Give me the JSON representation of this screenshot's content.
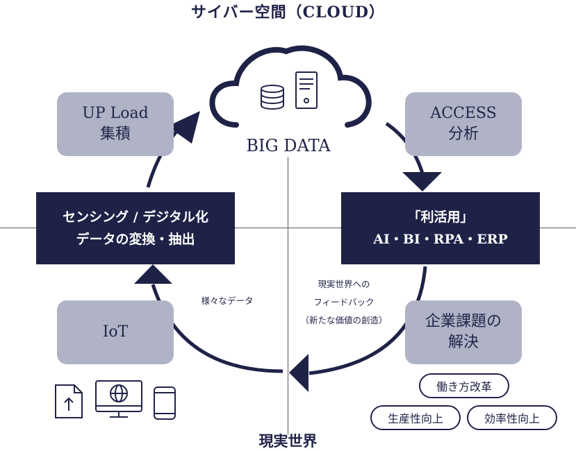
{
  "title_top": "サイバー空間（CLOUD）",
  "title_bottom": "現実世界",
  "cloud": {
    "label": "BIG DATA"
  },
  "upload_box": {
    "line1": "UP Load",
    "line2": "集積"
  },
  "access_box": {
    "line1": "ACCESS",
    "line2": "分析"
  },
  "iot_box": {
    "label": "IoT"
  },
  "issue_box": {
    "line1": "企業課題の",
    "line2": "解決"
  },
  "sensing_box": {
    "line1": "センシング / デジタル化",
    "line2": "データの変換・抽出"
  },
  "utilization_box": {
    "line1": "「利活用」",
    "line2": "AI・BI・RPA・ERP"
  },
  "various_data_label": "様々なデータ",
  "feedback_label": {
    "line1": "現実世界への",
    "line2": "フィードバック",
    "line3": "（新たな価値の創造）"
  },
  "pills": {
    "workstyle": "働き方改革",
    "productivity": "生産性向上",
    "efficiency": "効率性向上"
  },
  "colors": {
    "navy": "#1f2247",
    "gray_box": "#b0b3c5",
    "axis": "#555a63"
  },
  "icons": [
    "database-icon",
    "server-icon",
    "upload-file-icon",
    "monitor-globe-icon",
    "smartphone-icon"
  ]
}
